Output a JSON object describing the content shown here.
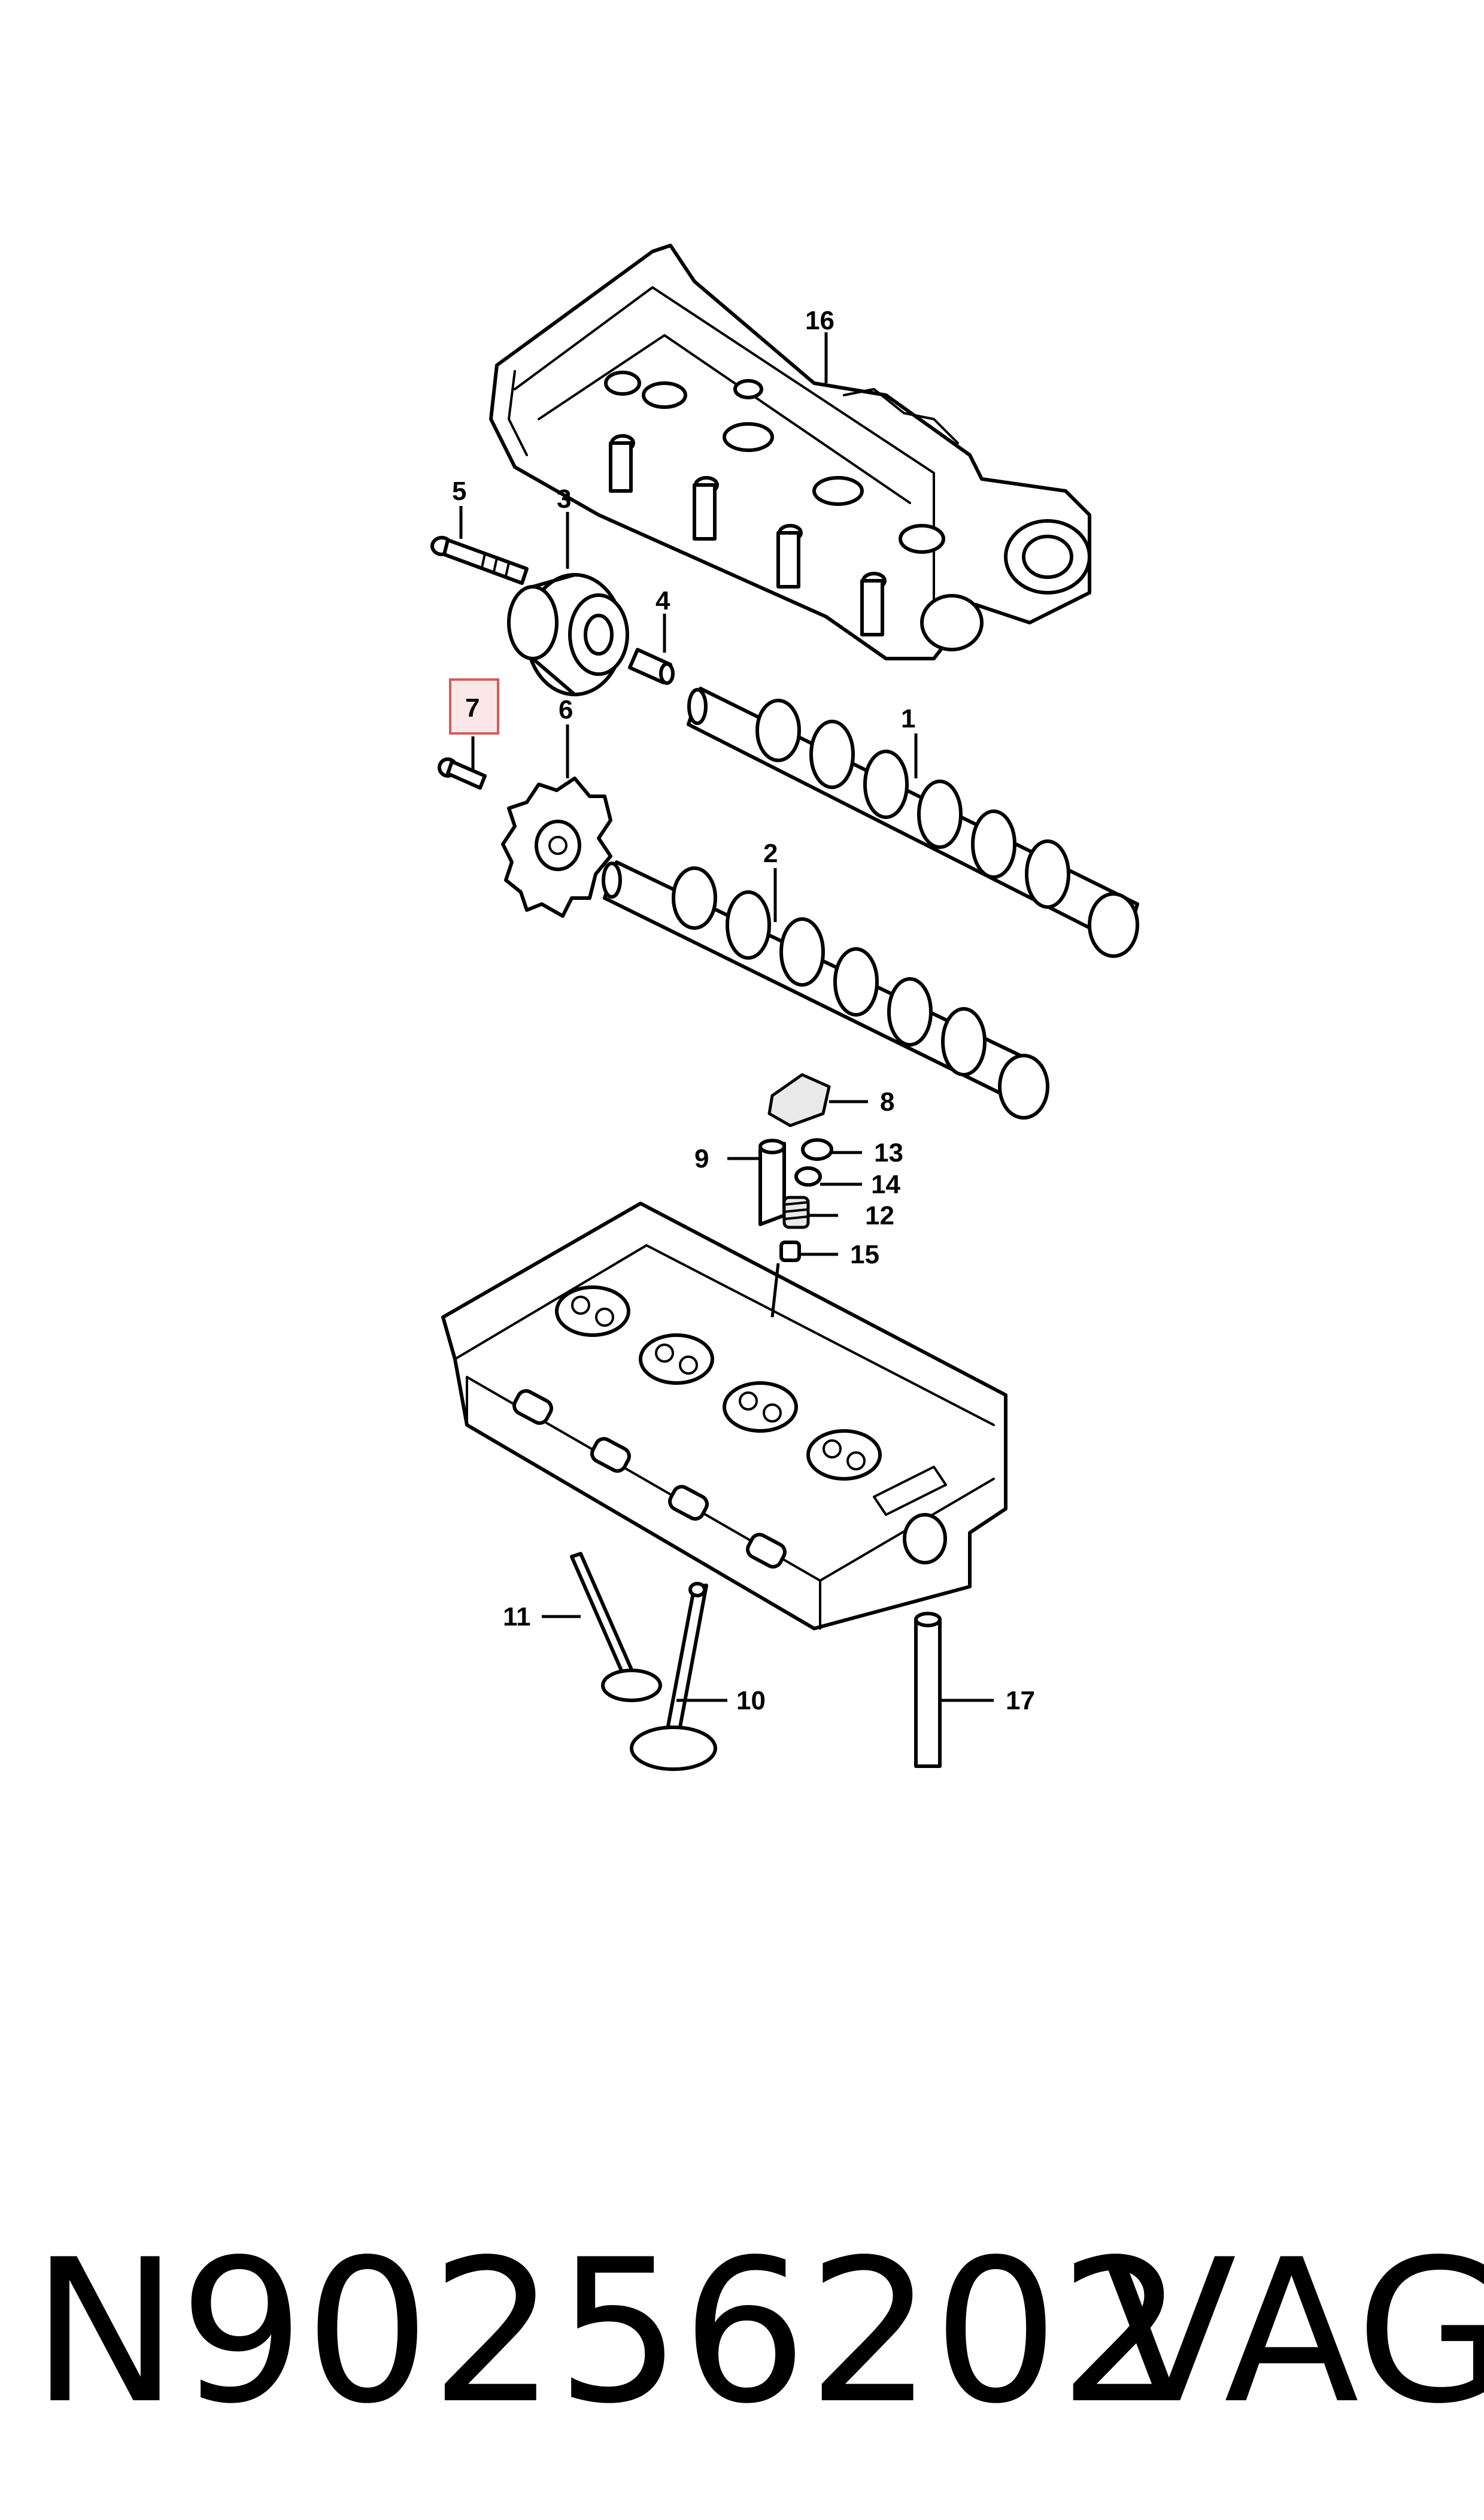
{
  "callouts": {
    "c1": "1",
    "c2": "2",
    "c3": "3",
    "c4": "4",
    "c5": "5",
    "c6": "6",
    "c7": "7",
    "c8": "8",
    "c9": "9",
    "c10": "10",
    "c11": "11",
    "c12": "12",
    "c13": "13",
    "c14": "14",
    "c15": "15",
    "c16": "16",
    "c17": "17"
  },
  "highlighted_callout": "7",
  "highlight_color": "#d65b5b",
  "footer": {
    "part_number": "N90256202",
    "brand": "VAG"
  }
}
